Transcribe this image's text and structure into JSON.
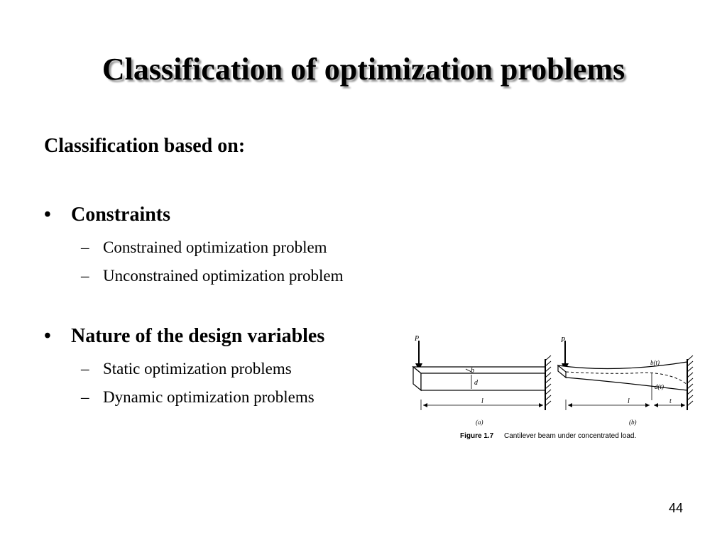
{
  "slide": {
    "title": "Classification of optimization problems",
    "heading": "Classification based on:",
    "bullet_glyph": "•",
    "dash_glyph": "–",
    "sections": [
      {
        "label": "Constraints",
        "items": [
          "Constrained optimization problem",
          "Unconstrained optimization problem"
        ]
      },
      {
        "label": "Nature of the design variables",
        "items": [
          "Static optimization problems",
          "Dynamic optimization problems"
        ]
      }
    ],
    "page_number": "44"
  },
  "figure": {
    "caption_number": "Figure 1.7",
    "caption_text": "Cantilever beam under concentrated load.",
    "a": {
      "tag": "(a)",
      "load": "P",
      "width_label": "b",
      "depth_label": "d",
      "length_label": "l"
    },
    "b": {
      "tag": "(b)",
      "load": "P",
      "width_label": "b(t)",
      "depth_label": "d(t)",
      "length_label": "l",
      "position_label": "t"
    }
  }
}
